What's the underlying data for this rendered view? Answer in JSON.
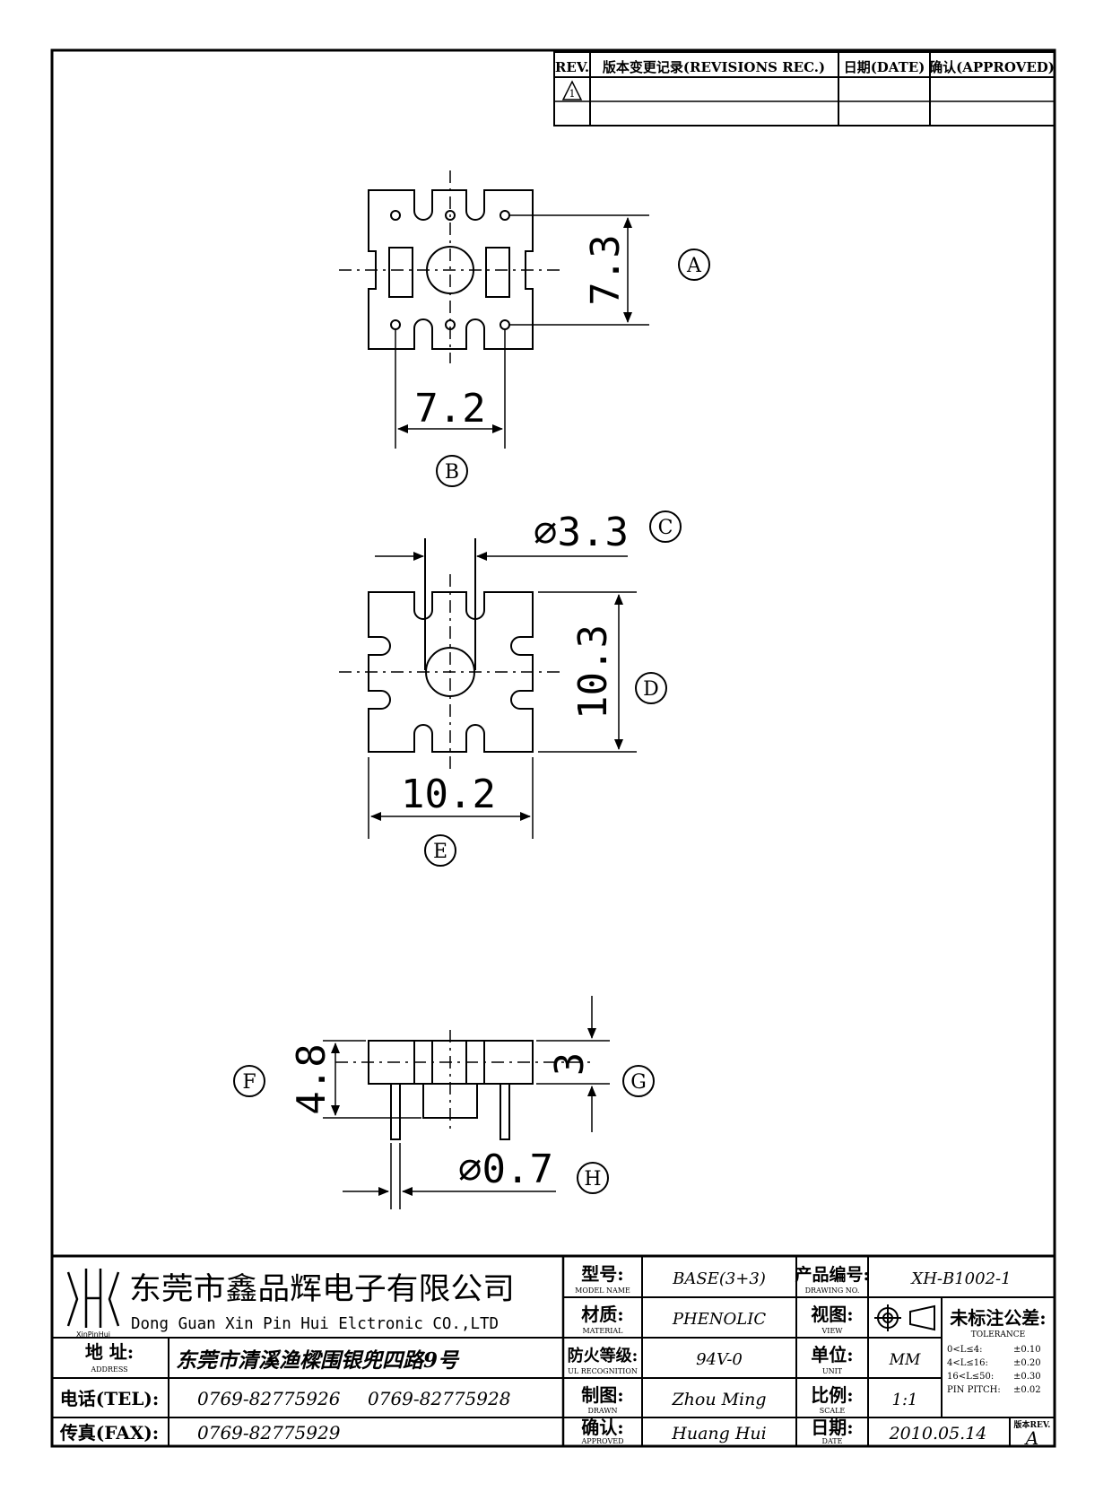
{
  "revision_table": {
    "col_rev": "REV.",
    "col_record": "版本变更记录(REVISIONS REC.)",
    "col_date": "日期(DATE)",
    "col_approved": "确认(APPROVED)",
    "rev_mark": "1"
  },
  "dimensions": {
    "a_value": "7.3",
    "a_label": "A",
    "b_value": "7.2",
    "b_label": "B",
    "c_value": "⌀3.3",
    "c_label": "C",
    "d_value": "10.3",
    "d_label": "D",
    "e_value": "10.2",
    "e_label": "E",
    "f_value": "4.8",
    "f_label": "F",
    "g_value": "3",
    "g_label": "G",
    "h_value": "⌀0.7",
    "h_label": "H"
  },
  "title_block": {
    "company_cn": "东莞市鑫品辉电子有限公司",
    "company_en": "Dong Guan Xin Pin Hui Elctronic CO.,LTD",
    "logo_text": "XinPinHui",
    "address_label": "地 址:",
    "address_label_en": "ADDRESS",
    "address_value": "东莞市清溪渔樑围银兜四路9号",
    "tel_label": "电话(TEL):",
    "tel_value_1": "0769-82775926",
    "tel_value_2": "0769-82775928",
    "fax_label": "传真(FAX):",
    "fax_value": "0769-82775929",
    "model_label": "型号:",
    "model_label_en": "MODEL NAME",
    "model_value": "BASE(3+3)",
    "material_label": "材质:",
    "material_label_en": "MATERIAL",
    "material_value": "PHENOLIC",
    "fire_label": "防火等级:",
    "fire_label_en": "UL RECOGNITION",
    "fire_value": "94V-0",
    "drawn_label": "制图:",
    "drawn_label_en": "DRAWN",
    "drawn_value": "Zhou Ming",
    "approved_label": "确认:",
    "approved_label_en": "APPROVED",
    "approved_value": "Huang Hui",
    "drawing_no_label": "产品编号:",
    "drawing_no_label_en": "DRAWING NO.",
    "drawing_no_value": "XH-B1002-1",
    "view_label": "视图:",
    "view_label_en": "VIEW",
    "unit_label": "单位:",
    "unit_label_en": "UNIT",
    "unit_value": "MM",
    "scale_label": "比例:",
    "scale_label_en": "SCALE",
    "scale_value": "1:1",
    "date_label": "日期:",
    "date_label_en": "DATE",
    "date_value": "2010.05.14",
    "tolerance_title": "未标注公差:",
    "tolerance_title_en": "TOLERANCE",
    "tolerance_rows": [
      {
        "range": "0<L≤4:",
        "value": "±0.10"
      },
      {
        "range": "4<L≤16:",
        "value": "±0.20"
      },
      {
        "range": "16<L≤50:",
        "value": "±0.30"
      },
      {
        "range": "PIN PITCH:",
        "value": "±0.02"
      }
    ],
    "version_label": "版本REV.",
    "version_value": "A"
  }
}
